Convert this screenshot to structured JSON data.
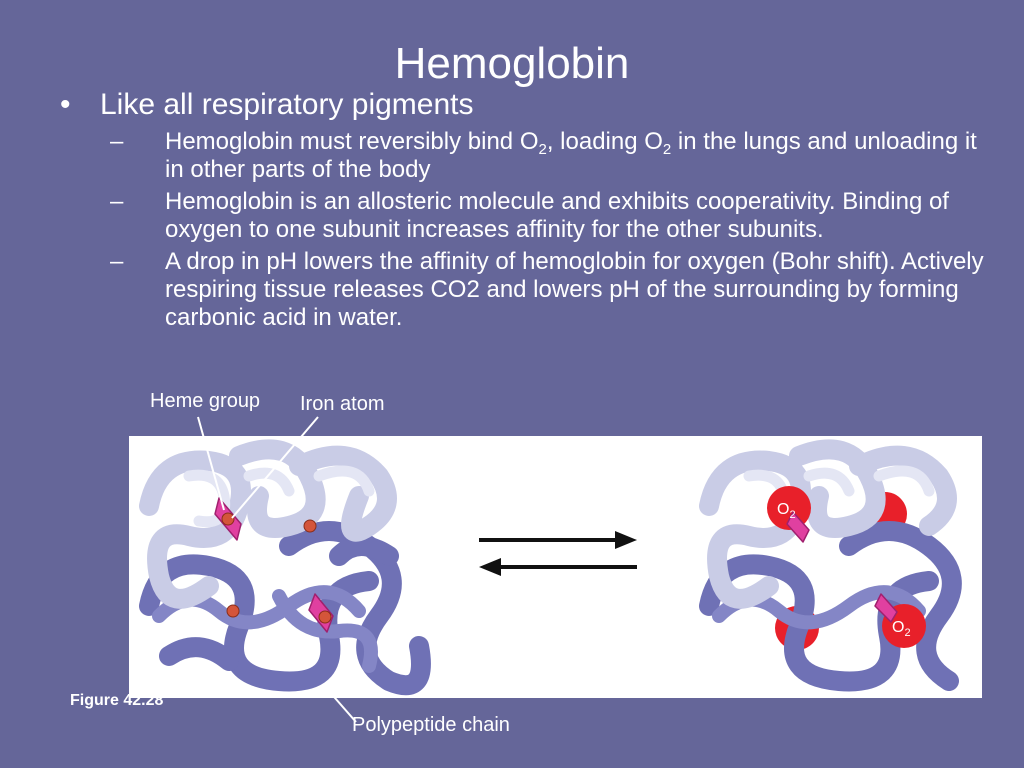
{
  "slide": {
    "title": "Hemoglobin",
    "bullet_mark": "•",
    "bullet": "Like all respiratory pigments",
    "dash": "–",
    "subpoints": [
      {
        "parts": [
          "Hemoglobin must reversibly bind O",
          "2",
          ", loading O",
          "2",
          " in the lungs and unloading it in other parts of the body"
        ]
      },
      {
        "text": "Hemoglobin is an allosteric molecule and exhibits cooperativity. Binding of oxygen to one subunit increases affinity for the other subunits."
      },
      {
        "text": "A drop in pH lowers the affinity of hemoglobin for oxygen (Bohr shift).  Actively respiring tissue releases CO2 and lowers pH of the surrounding by forming carbonic acid in water."
      }
    ]
  },
  "figure": {
    "label_heme": "Heme group",
    "label_iron": "Iron atom",
    "label_chain": "Polypeptide chain",
    "caption": "Figure 42.28",
    "o2": {
      "symbol": "O",
      "subscript": "2"
    },
    "colors": {
      "background": "#656699",
      "light_chain": "#d3d6ea",
      "dark_chain": "#7b7dbe",
      "oxygen": "#e8202a",
      "heme": "#e040a0",
      "iron": "#d4553a",
      "arrow": "#111111"
    }
  }
}
